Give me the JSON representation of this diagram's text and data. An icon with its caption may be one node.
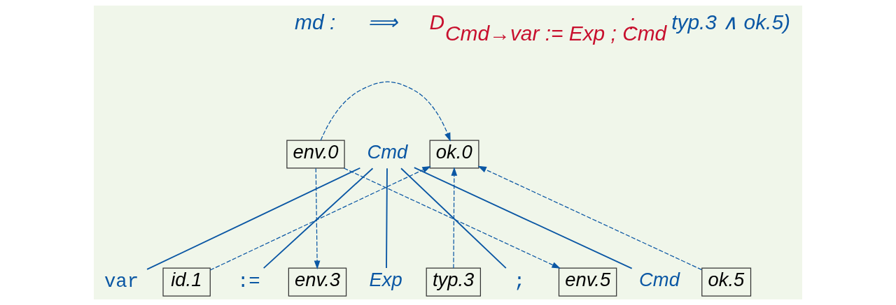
{
  "diagram": {
    "nodes": [
      {
        "text": [
          "env.0"
        ]
      },
      {
        "text": [
          "Cmd"
        ]
      },
      {
        "text": [
          "ok.0"
        ]
      },
      {
        "text": [
          "var"
        ]
      },
      {
        "text": [
          "id.1"
        ]
      },
      {
        "text": [
          ":="
        ]
      },
      {
        "text": [
          "env.3"
        ]
      },
      {
        "text": [
          "Exp"
        ]
      },
      {
        "text": [
          "typ.3"
        ]
      },
      {
        "text": [
          ";"
        ]
      },
      {
        "text": [
          "env.5"
        ]
      },
      {
        "text": [
          "Cmd"
        ]
      },
      {
        "text": [
          "ok.5"
        ]
      }
    ],
    "edges": [
      {
        "from": 1,
        "to": 3,
        "arrow": "none"
      },
      {
        "from": 1,
        "to": 5,
        "arrow": "none"
      },
      {
        "from": 1,
        "to": 7,
        "arrow": "none"
      },
      {
        "from": 1,
        "to": 9,
        "arrow": "none"
      },
      {
        "from": 1,
        "to": 11,
        "arrow": "none"
      },
      {
        "from": 0,
        "to": 6,
        "arrow": "to",
        "style": "dashed"
      },
      {
        "from": 0,
        "to": 10,
        "arrow": "to",
        "style": "dashed"
      },
      {
        "from": 0,
        "to": 2,
        "arrow": "to",
        "style": "dashed"
      },
      {
        "from": 4,
        "to": 2,
        "arrow": "to",
        "style": "dashed"
      },
      {
        "from": 8,
        "to": 2,
        "arrow": "to",
        "style": "dashed"
      },
      {
        "from": 12,
        "to": 2,
        "arrow": "to",
        "style": "dashed"
      }
    ],
    "labels": [
      "md :",
      "⟹",
      "D$_{Cmd→var := Exp ; Cmd}$ :",
      "typ.3 ∧ ok.5)"
    ]
  }
}
